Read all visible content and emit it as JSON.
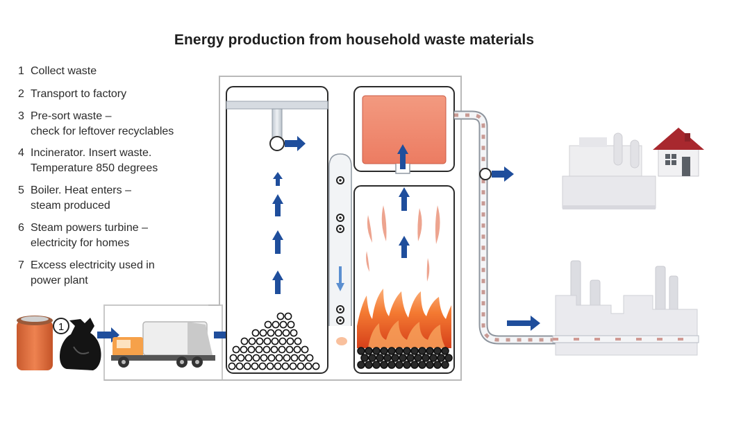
{
  "title": "Energy production from household waste materials",
  "steps": [
    {
      "number": "1",
      "lines": [
        "Collect waste"
      ]
    },
    {
      "number": "2",
      "lines": [
        "Transport to factory"
      ]
    },
    {
      "number": "3",
      "lines": [
        "Pre-sort waste –",
        "check for leftover recyclables"
      ]
    },
    {
      "number": "4",
      "lines": [
        "Incinerator. Insert waste.",
        "Temperature 850 degrees"
      ]
    },
    {
      "number": "5",
      "lines": [
        "Boiler. Heat enters –",
        "steam produced"
      ]
    },
    {
      "number": "6",
      "lines": [
        "Steam powers turbine –",
        "electricity for homes"
      ]
    },
    {
      "number": "7",
      "lines": [
        "Excess electricity used in",
        "power plant"
      ]
    }
  ],
  "badges": {
    "collect": "1"
  },
  "colors": {
    "flow_arrow": "#1f4e9c",
    "fire": "#f07030",
    "boiler": "#f08c74",
    "bin": "#e07040",
    "roof": "#a8282e",
    "pipe_dash": "#c89a94"
  },
  "icons": [
    "bin-icon",
    "garbage-bag-icon",
    "truck-icon",
    "waste-pile-icon",
    "fire-icon",
    "house-icon",
    "factory-icon",
    "power-plant-icon"
  ]
}
